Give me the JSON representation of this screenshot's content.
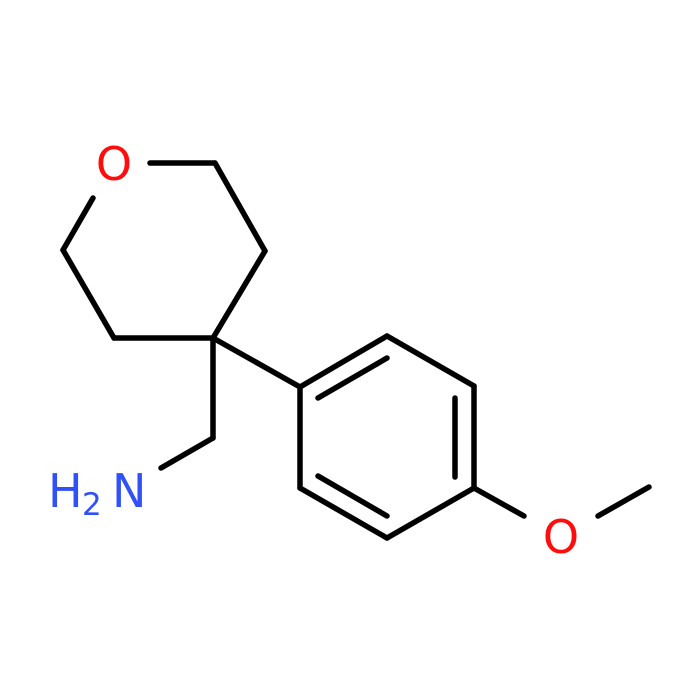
{
  "molecule": {
    "atoms": {
      "ring_oxygen": {
        "symbol": "O",
        "color": "#ff0d0d"
      },
      "methoxy_oxygen": {
        "symbol": "O",
        "color": "#ff0d0d"
      },
      "amine_nitrogen": {
        "symbol": "H",
        "subscript": "2",
        "suffix": "N",
        "color": "#3050f8"
      }
    },
    "bond_color": "#000000"
  }
}
